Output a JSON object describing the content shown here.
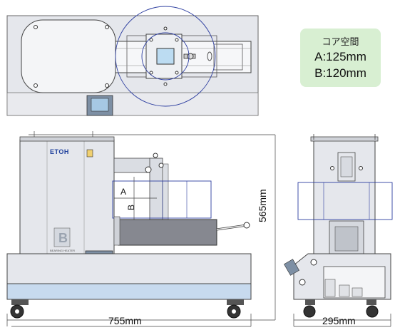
{
  "core_space": {
    "title": "コア空間",
    "a": "A:125mm",
    "b": "B:120mm"
  },
  "dimensions": {
    "width": "755mm",
    "height": "565mm",
    "depth": "295mm",
    "label_a": "A",
    "label_b": "B"
  },
  "branding": {
    "logo": "ETOH",
    "product_text": "BEARING HEATER"
  },
  "colors": {
    "body": "#e5e7ec",
    "base_stripe": "#c7daee",
    "core_panel": "#d8efd2",
    "circle": "#2e3fa0",
    "logo": "#1d3f9c"
  }
}
